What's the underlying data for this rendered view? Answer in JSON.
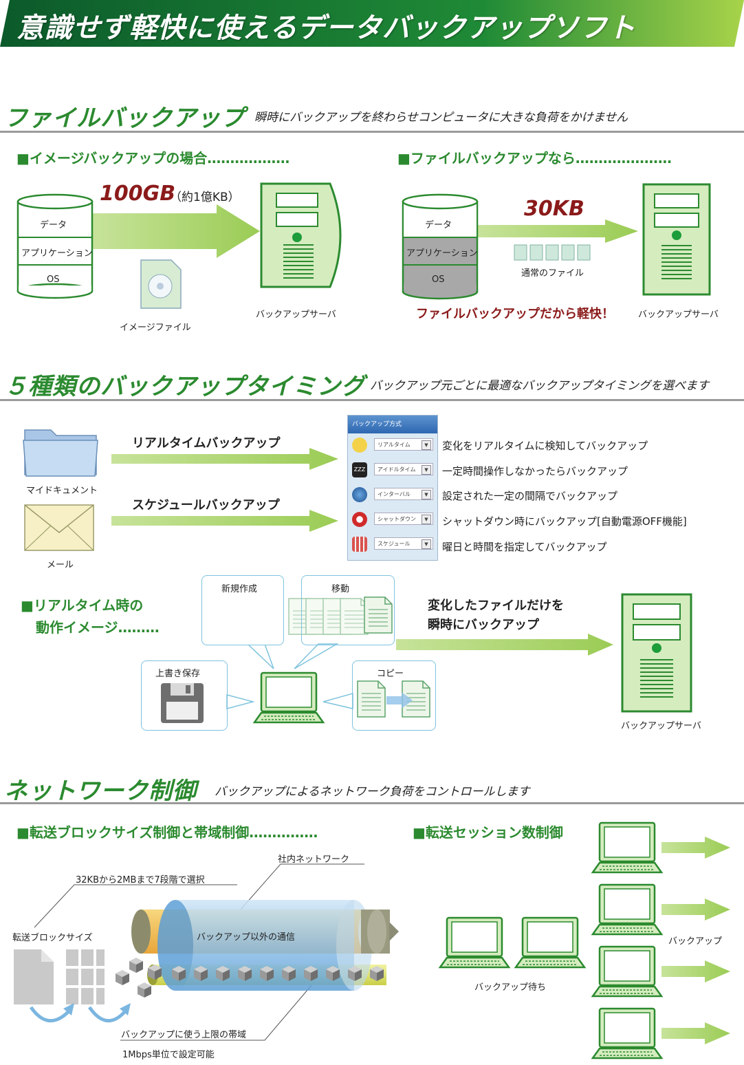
{
  "banner": {
    "title": "意識せず軽快に使えるデータバックアップソフト"
  },
  "colors": {
    "accent_green": "#2b8a2f",
    "light_green": "#c4e07d",
    "server_fill": "#d5ecbf",
    "dark_red": "#8b1a1a",
    "bubble_border": "#7ec3de"
  },
  "file_backup": {
    "title": "ファイルバックアップ",
    "subtitle": "瞬時にバックアップを終わらせコンピュータに大きな負荷をかけません",
    "image_case": {
      "heading": "■イメージバックアップの場合………………",
      "size_big": "100GB",
      "size_note": "（約1億KB）",
      "layers": [
        "データ",
        "アプリケーション",
        "OS"
      ],
      "image_file_label": "イメージファイル",
      "server_label": "バックアップサーバ"
    },
    "file_case": {
      "heading": "■ファイルバックアップなら…………………",
      "size": "30KB",
      "layers": [
        "データ",
        "アプリケーション",
        "OS"
      ],
      "normal_files_label": "通常のファイル",
      "light_note": "ファイルバックアップだから軽快！",
      "server_label": "バックアップサーバ"
    }
  },
  "timing": {
    "title": "５種類のバックアップタイミング",
    "subtitle": "バックアップ元ごとに最適なバックアップタイミングを選べます",
    "my_documents_label": "マイドキュメント",
    "mail_label": "メール",
    "realtime_label": "リアルタイムバックアップ",
    "schedule_label": "スケジュールバックアップ",
    "panel_title": "バックアップ方式",
    "options": [
      {
        "select": "リアルタイム",
        "desc": "変化をリアルタイムに検知してバックアップ",
        "icon": "realtime-icon"
      },
      {
        "select": "アイドルタイム",
        "desc": "一定時間操作しなかったらバックアップ",
        "icon": "idle-zzz-icon",
        "icon_text": "ZZZ"
      },
      {
        "select": "インターバル",
        "desc": "設定された一定の間隔でバックアップ",
        "icon": "globe-icon"
      },
      {
        "select": "シャットダウン",
        "desc": "シャットダウン時にバックアップ[自動電源OFF機能]",
        "icon": "power-icon"
      },
      {
        "select": "スケジュール",
        "desc": "曜日と時間を指定してバックアップ",
        "icon": "calendar-icon"
      }
    ],
    "realtime_image": {
      "heading_line1": "■リアルタイム時の",
      "heading_line2": "動作イメージ………",
      "new_label": "新規作成",
      "move_label": "移動",
      "overwrite_label": "上書き保存",
      "copy_label": "コピー",
      "changed_line1": "変化したファイルだけを",
      "changed_line2": "瞬時にバックアップ",
      "server_label": "バックアップサーバ"
    }
  },
  "network": {
    "title": "ネットワーク制御",
    "subtitle": "バックアップによるネットワーク負荷をコントロールします",
    "block": {
      "heading": "■転送ブロックサイズ制御と帯域制御……………",
      "range_label": "32KBから2MBまで7段階で選択",
      "block_size_label": "転送ブロックサイズ",
      "internal_network_label": "社内ネットワーク",
      "other_traffic_label": "バックアップ以外の通信",
      "limit_label": "バックアップに使う上限の帯域",
      "unit_label": "1Mbps単位で設定可能"
    },
    "session": {
      "heading": "■転送セッション数制御",
      "waiting_label": "バックアップ待ち",
      "backup_label": "バックアップ"
    }
  }
}
